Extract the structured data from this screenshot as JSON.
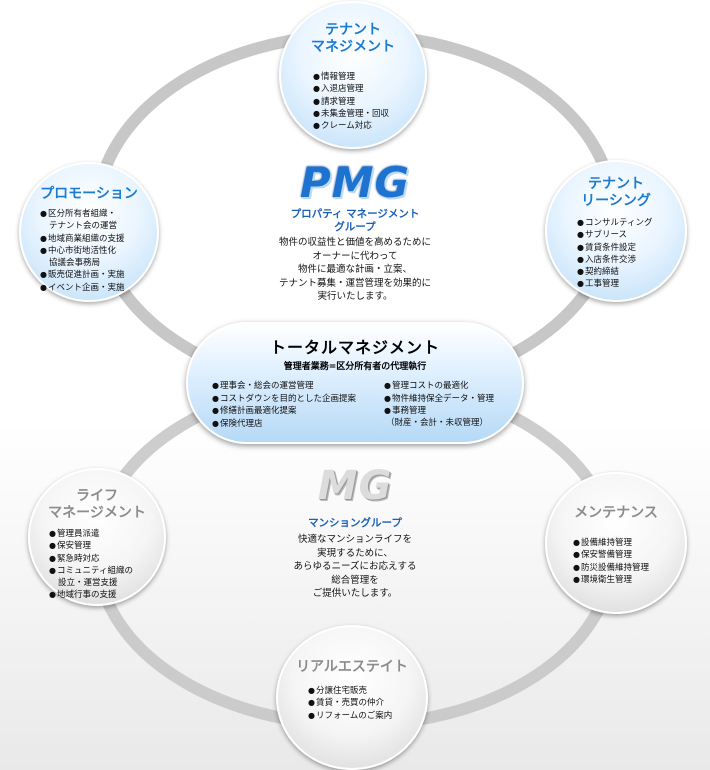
{
  "pmg": {
    "logo": "PMG",
    "name": "プロパティ マネージメント\nグループ",
    "description": "物件の収益性と価値を高めるために\nオーナーに代わって\n物件に最適な計画・立案、\nテナント募集・運営管理を効果的に\n実行いたします。"
  },
  "mg": {
    "logo": "MG",
    "name": "マンショングループ",
    "description": "快適なマンションライフを\n実現するために、\nあらゆるニーズにお応えする\n総合管理を\nご提供いたします。"
  },
  "center": {
    "title": "トータルマネジメント",
    "subtitle": "管理者業務=区分所有者の代理執行",
    "left_items": [
      "理事会・総会の運営管理",
      "コストダウンを目的とした企画提案",
      "修繕計画最適化提案",
      "保険代理店"
    ],
    "right_items": [
      "管理コストの最適化",
      "物件維持保全データ・管理",
      "事務管理"
    ],
    "right_note": "（財産・会計・未収管理）"
  },
  "nodes": {
    "tenant_management": {
      "title": "テナント\nマネジメント",
      "items": [
        "情報管理",
        "入退店管理",
        "請求管理",
        "未集金管理・回収",
        "クレーム対応"
      ]
    },
    "promotion": {
      "title": "プロモーション",
      "items": [
        "区分所有者組織・\nテナント会の運営",
        "地域商業組織の支援",
        "中心市街地活性化\n協議会事務局",
        "販売促進計画・実施",
        "イベント企画・実施"
      ]
    },
    "tenant_leasing": {
      "title": "テナント\nリーシング",
      "items": [
        "コンサルティング",
        "サブリース",
        "賃貸条件設定",
        "入店条件交渉",
        "契約締結",
        "工事管理"
      ]
    },
    "life_management": {
      "title": "ライフ\nマネージメント",
      "items": [
        "管理員派遣",
        "保安管理",
        "緊急時対応",
        "コミュニティ組織の\n設立・運営支援",
        "地域行事の支援"
      ]
    },
    "maintenance": {
      "title": "メンテナンス",
      "items": [
        "設備維持管理",
        "保安警備管理",
        "防災設備維持管理",
        "環境衛生管理"
      ]
    },
    "real_estate": {
      "title": "リアルエステイト",
      "items": [
        "分譲住宅販売",
        "賃貸・売買の仲介",
        "リフォームのご案内"
      ]
    }
  },
  "colors": {
    "upper_ring": "#b9b9b9",
    "lower_ring": "#bdbdbd",
    "blue_title": "#1a7bd0",
    "gray_title": "#8c8c8c",
    "pmg_logo": "#1e73d1"
  }
}
